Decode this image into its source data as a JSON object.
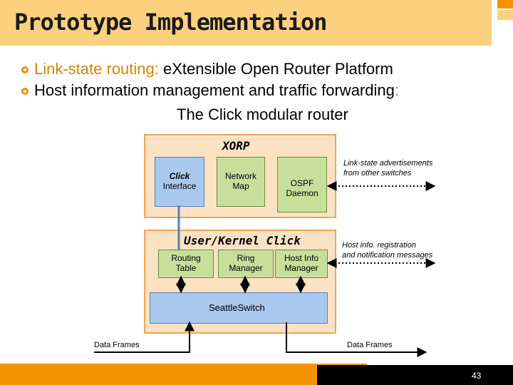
{
  "title": "Prototype Implementation",
  "bullets": {
    "b1_highlight": "Link-state routing:",
    "b1_rest": " eXtensible Open Router Platform",
    "b2_main": "Host information management and traffic forwarding",
    "b2_colon": ":",
    "b2_cont": "The Click modular router"
  },
  "diagram": {
    "xorp_label": "XORP",
    "click_interface": [
      "Click",
      "Interface"
    ],
    "network_map": [
      "Network",
      "Map"
    ],
    "ospf_daemon": [
      "OSPF",
      "Daemon"
    ],
    "userkernel_label": "User/Kernel Click",
    "routing_table": [
      "Routing",
      "Table"
    ],
    "ring_manager": [
      "Ring",
      "Manager"
    ],
    "host_info_manager": [
      "Host Info",
      "Manager"
    ],
    "seattle_switch": "SeattleSwitch",
    "lsa_note": [
      "Link-state advertisements",
      "from other switches"
    ],
    "hostinfo_note": [
      "Host info. registration",
      "and notification messages"
    ],
    "data_frames_left": "Data Frames",
    "data_frames_right": "Data Frames"
  },
  "colors": {
    "accent_orange": "#f39200",
    "title_bar": "#fbd07f",
    "panel_fill": "#fbe2c3",
    "green_box": "#c8df9c",
    "blue_box": "#a8c8ee"
  },
  "page_number": "43"
}
